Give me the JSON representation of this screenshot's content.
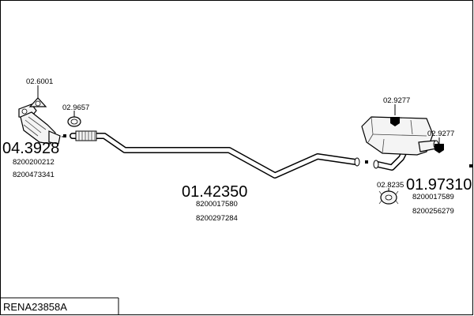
{
  "diagram_code": "RENA23858A",
  "parts": {
    "catalyst": {
      "ref": "04.3928",
      "oem": [
        "8200200212",
        "8200473341"
      ]
    },
    "gasket_a": {
      "ref": "02.6001"
    },
    "gasket_b": {
      "ref": "02.9657"
    },
    "center_pipe": {
      "ref": "01.42350",
      "oem": [
        "8200017580",
        "8200297284"
      ]
    },
    "rear_muffler": {
      "ref": "01.97310",
      "oem": [
        "8200017589",
        "8200256279"
      ]
    },
    "clamp_a": {
      "ref": "02.9277"
    },
    "clamp_b": {
      "ref": "02.9277"
    },
    "hanger": {
      "ref": "02.8235"
    }
  }
}
